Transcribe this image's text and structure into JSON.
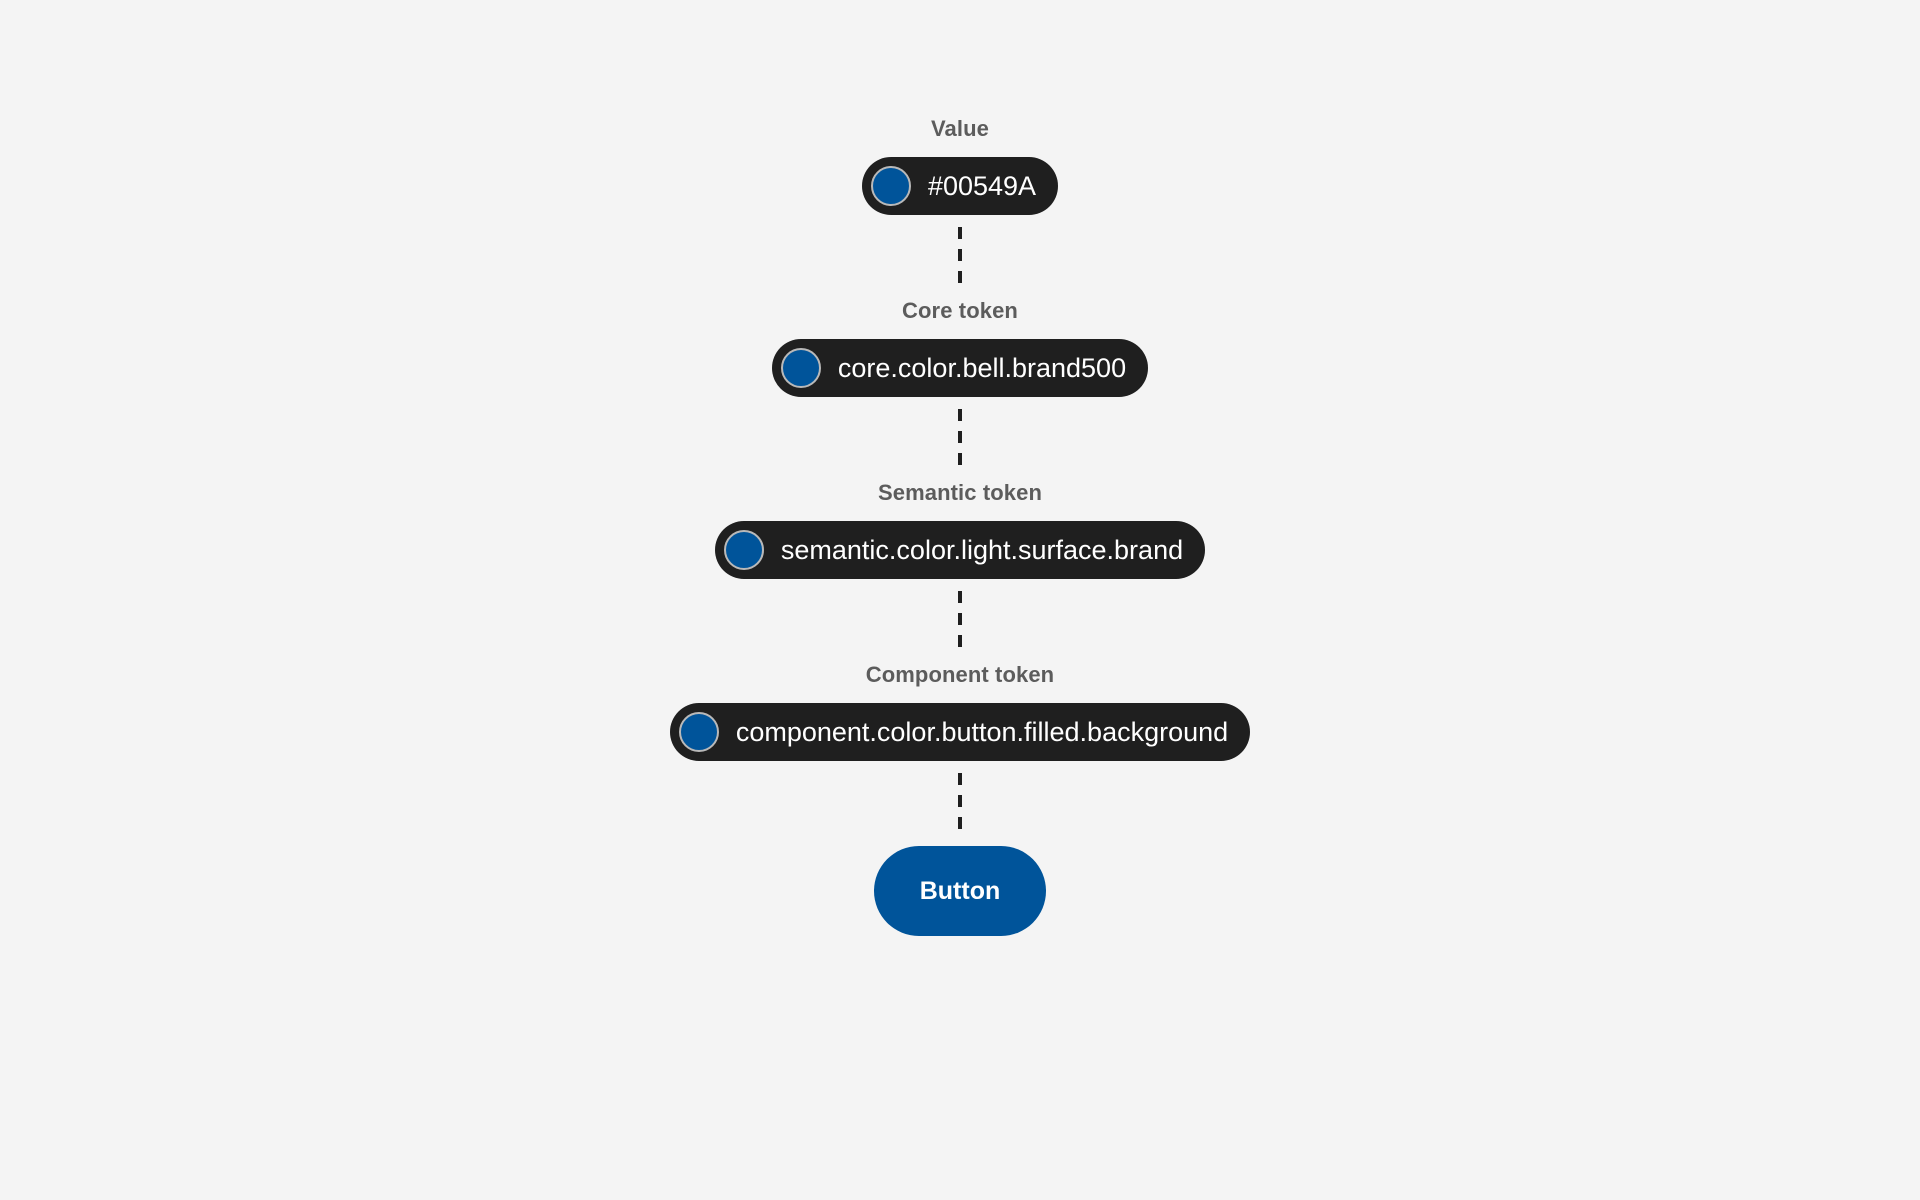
{
  "canvas": {
    "background_color": "#f4f4f4"
  },
  "theme": {
    "token_pill_background": "#1f1f1f",
    "token_text_color": "#ffffff",
    "label_color": "#5c5c5c",
    "swatch_color": "#00549a",
    "swatch_ring_color": "#b9b9b9",
    "connector_color": "#1f1f1f",
    "button_background": "#00549a",
    "button_text_color": "#ffffff"
  },
  "flow": {
    "stages": [
      {
        "label": "Value",
        "token": "#00549A",
        "swatch": "color-swatch-icon",
        "swatch_color": "#00549a"
      },
      {
        "label": "Core token",
        "token": "core.color.bell.brand500",
        "swatch": "color-swatch-icon",
        "swatch_color": "#00549a"
      },
      {
        "label": "Semantic token",
        "token": "semantic.color.light.surface.brand",
        "swatch": "color-swatch-icon",
        "swatch_color": "#00549a"
      },
      {
        "label": "Component token",
        "token": "component.color.button.filled.background",
        "swatch": "color-swatch-icon",
        "swatch_color": "#00549a"
      }
    ],
    "result": {
      "label": "Button",
      "background_color": "#00549a"
    }
  }
}
